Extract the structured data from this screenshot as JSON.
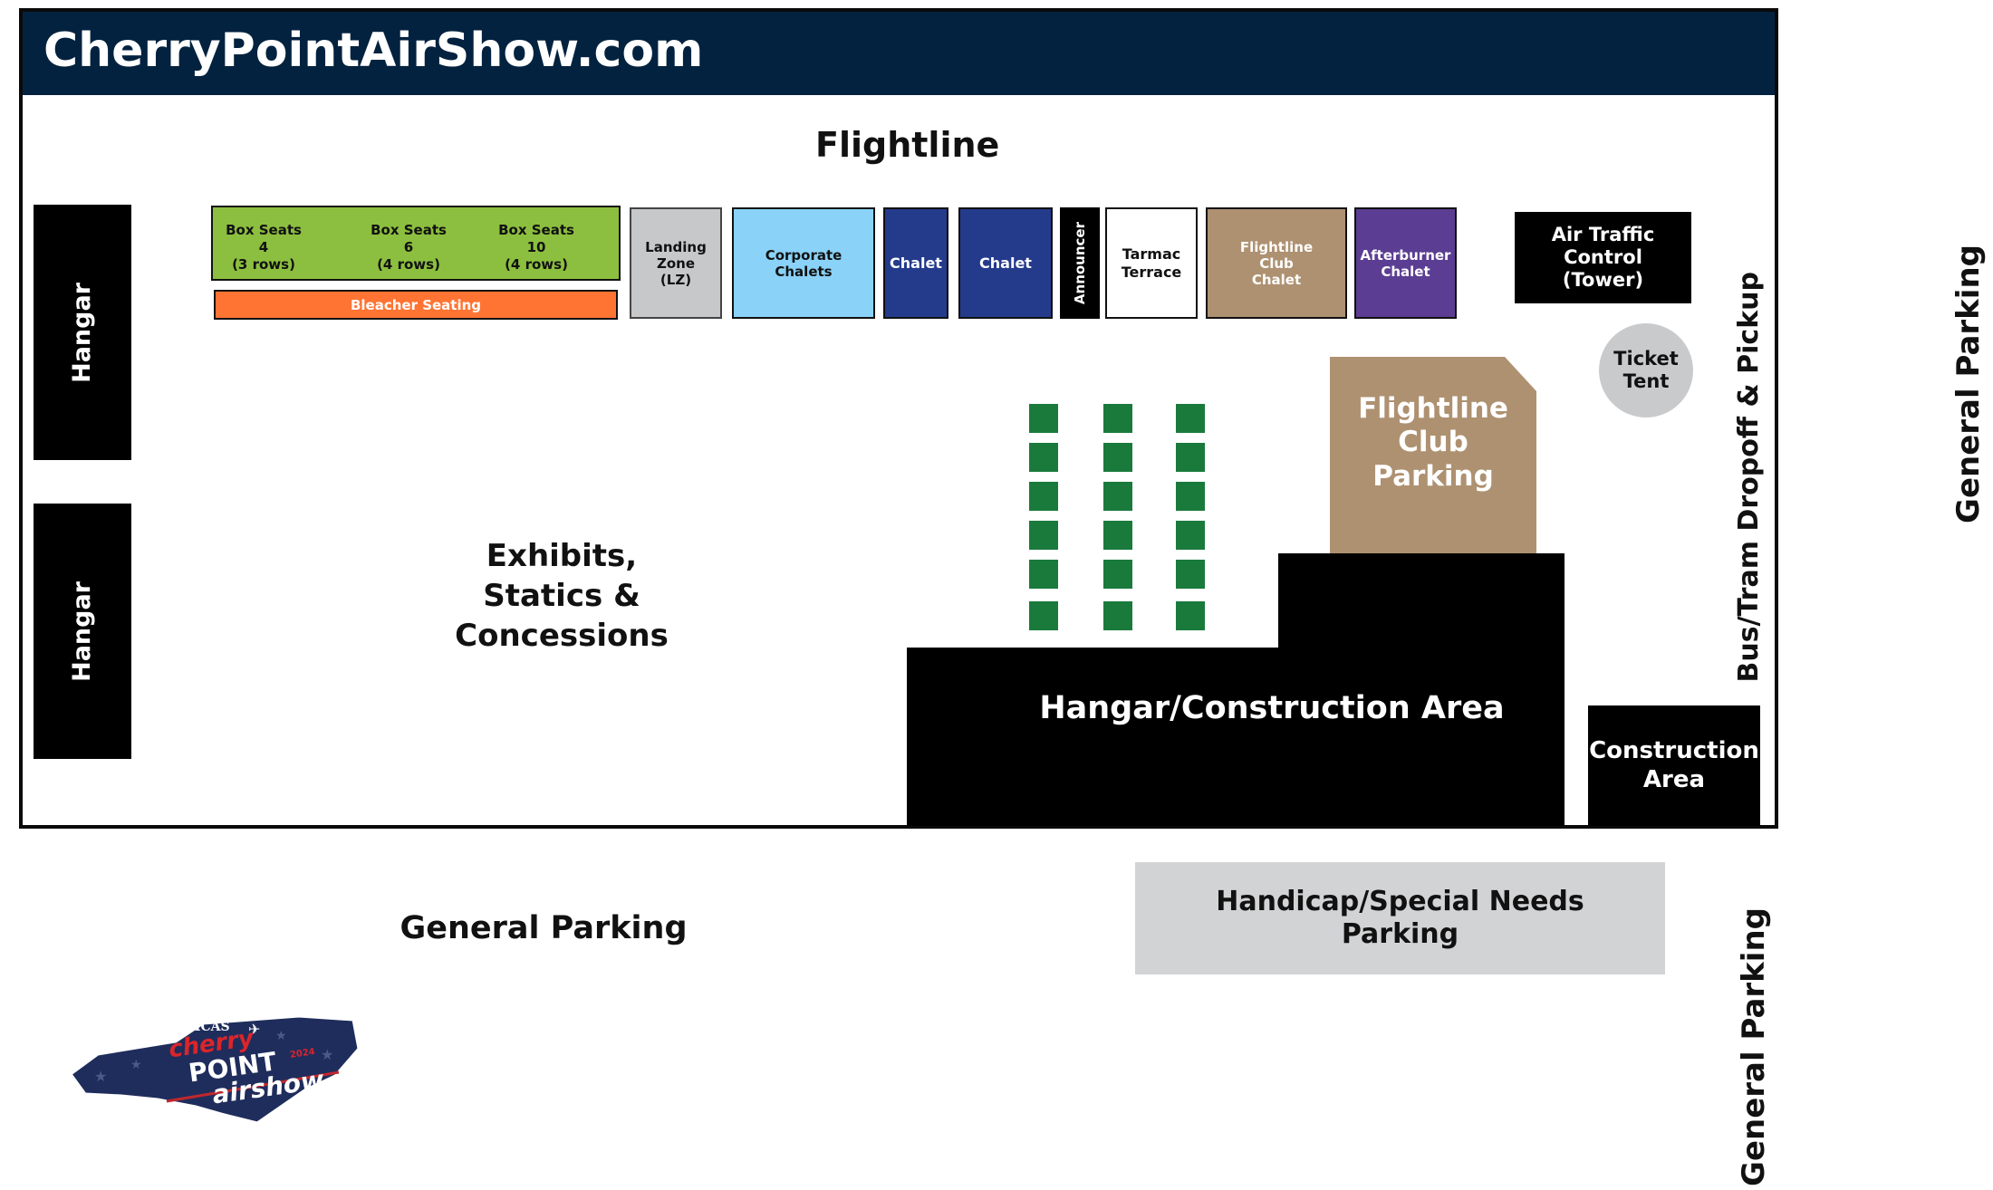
{
  "header": {
    "title": "CherryPointAirShow.com"
  },
  "map": {
    "flightline": "Flightline",
    "hangar_top": "Hangar",
    "hangar_bottom": "Hangar",
    "box_seats": [
      {
        "line1": "Box Seats",
        "line2": "4",
        "line3": "(3 rows)"
      },
      {
        "line1": "Box Seats",
        "line2": "6",
        "line3": "(4 rows)"
      },
      {
        "line1": "Box Seats",
        "line2": "10",
        "line3": "(4 rows)"
      }
    ],
    "bleacher": "Bleacher Seating",
    "landing_zone": {
      "line1": "Landing",
      "line2": "Zone",
      "line3": "(LZ)"
    },
    "corporate": {
      "line1": "Corporate",
      "line2": "Chalets"
    },
    "chalet_1": "Chalet",
    "chalet_2": "Chalet",
    "announcer": "Announcer",
    "tarmac": {
      "line1": "Tarmac",
      "line2": "Terrace"
    },
    "flightline_club_chalet": {
      "line1": "Flightline",
      "line2": "Club",
      "line3": "Chalet"
    },
    "afterburner": {
      "line1": "Afterburner",
      "line2": "Chalet"
    },
    "atc": {
      "line1": "Air Traffic Control",
      "line2": "(Tower)"
    },
    "ticket_tent": {
      "line1": "Ticket",
      "line2": "Tent"
    },
    "bus_tram": "Bus/Tram Dropoff & Pickup",
    "exhibits": {
      "line1": "Exhibits,",
      "line2": "Statics &",
      "line3": "Concessions"
    },
    "flightline_club_parking": {
      "line1": "Flightline",
      "line2": "Club",
      "line3": "Parking"
    },
    "hangar_construction": "Hangar/Construction Area",
    "construction": {
      "line1": "Construction",
      "line2": "Area"
    },
    "handicap": {
      "line1": "Handicap/Special Needs",
      "line2": "Parking"
    },
    "general_parking_bottom": "General Parking",
    "general_parking_right": "General Parking",
    "general_parking_far_right": "General Parking",
    "logo": {
      "line1": "MCAS",
      "line2": "cherry",
      "line3": "POINT",
      "line4": "airshow",
      "year": "2024"
    }
  },
  "colors": {
    "header_bg": "#03223f",
    "box_seats": "#8cbf3f",
    "bleacher": "#ff7433",
    "landing_zone": "#c6c8ca",
    "corporate": "#8ad2f7",
    "chalet": "#243b8c",
    "flightline_club": "#ae9171",
    "afterburner": "#5b3e93",
    "seat_green": "#1a7a3c",
    "handicap": "#d2d3d5",
    "ticket_tent": "#c9cacc"
  }
}
